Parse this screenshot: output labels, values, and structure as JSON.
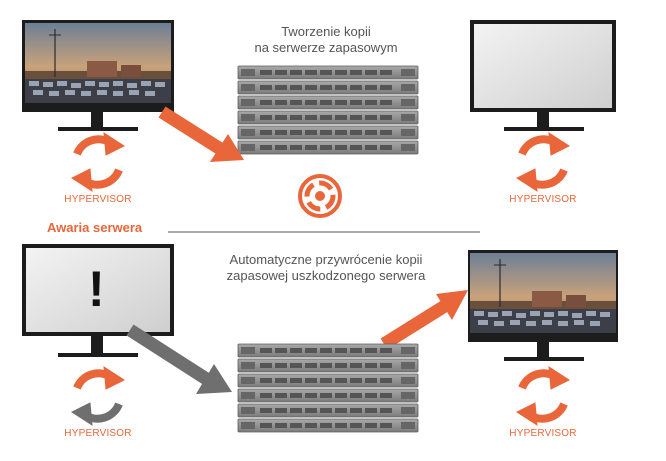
{
  "top_caption": {
    "line1": "Tworzenie kopii",
    "line2": "na serwerze zapasowym"
  },
  "bottom_caption": {
    "line1": "Automatyczne przywrócenie kopii",
    "line2": "zapasowej uszkodzonego serwera"
  },
  "section_heading": "Awaria serwera",
  "hypervisor_label": "HYPERVISOR",
  "failure_mark": "!",
  "colors": {
    "accent": "#e8663a",
    "gray_arrow": "#6f6f6f",
    "server": "#8f8f8f",
    "monitor_frame": "#1c1c1c"
  },
  "icons": [
    "monitor-with-photo",
    "blank-monitor",
    "monitor-with-error",
    "server-rack",
    "sync-arrows-icon",
    "backup-ring-icon",
    "transfer-arrow"
  ]
}
